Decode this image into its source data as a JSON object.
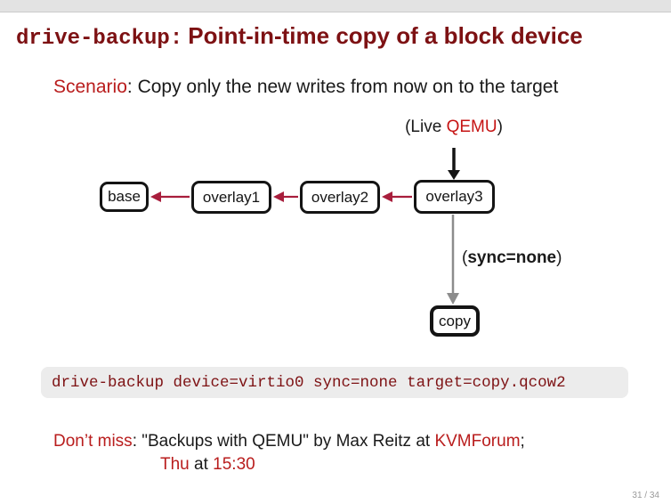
{
  "colors": {
    "title_maroon": "#7d1113",
    "accent_red": "#b91d1d",
    "accent_bright_red": "#c61414",
    "arrow_red": "#a81e3c",
    "arrow_gray": "#8c8c8c",
    "code_background": "#ececec",
    "top_band": "#e3e3e3"
  },
  "title": {
    "code_part": "drive-backup:",
    "main_part": "Point-in-time copy of a block device"
  },
  "scenario": {
    "label": "Scenario",
    "colon": ":",
    "text": " Copy only the new writes from now on to the target"
  },
  "diagram": {
    "live_label": {
      "prefix": "(Live ",
      "accent": "QEMU",
      "suffix": ")"
    },
    "nodes": [
      {
        "label": "base"
      },
      {
        "label": "overlay1"
      },
      {
        "label": "overlay2"
      },
      {
        "label": "overlay3"
      },
      {
        "label": "copy"
      }
    ],
    "sync_label": {
      "open": "(",
      "text": "sync=none",
      "close": ")"
    }
  },
  "code_block": {
    "text": "drive-backup device=virtio0 sync=none target=copy.qcow2"
  },
  "footer": {
    "dont_miss": "Don’t miss",
    "colon": ": ",
    "talk_text": "\"Backups with QEMU\" by Max Reitz at ",
    "venue": "KVMForum",
    "semicolon": ";",
    "day": "Thu",
    "at": " at ",
    "time": "15:30"
  },
  "page_indicator": "31 / 34"
}
